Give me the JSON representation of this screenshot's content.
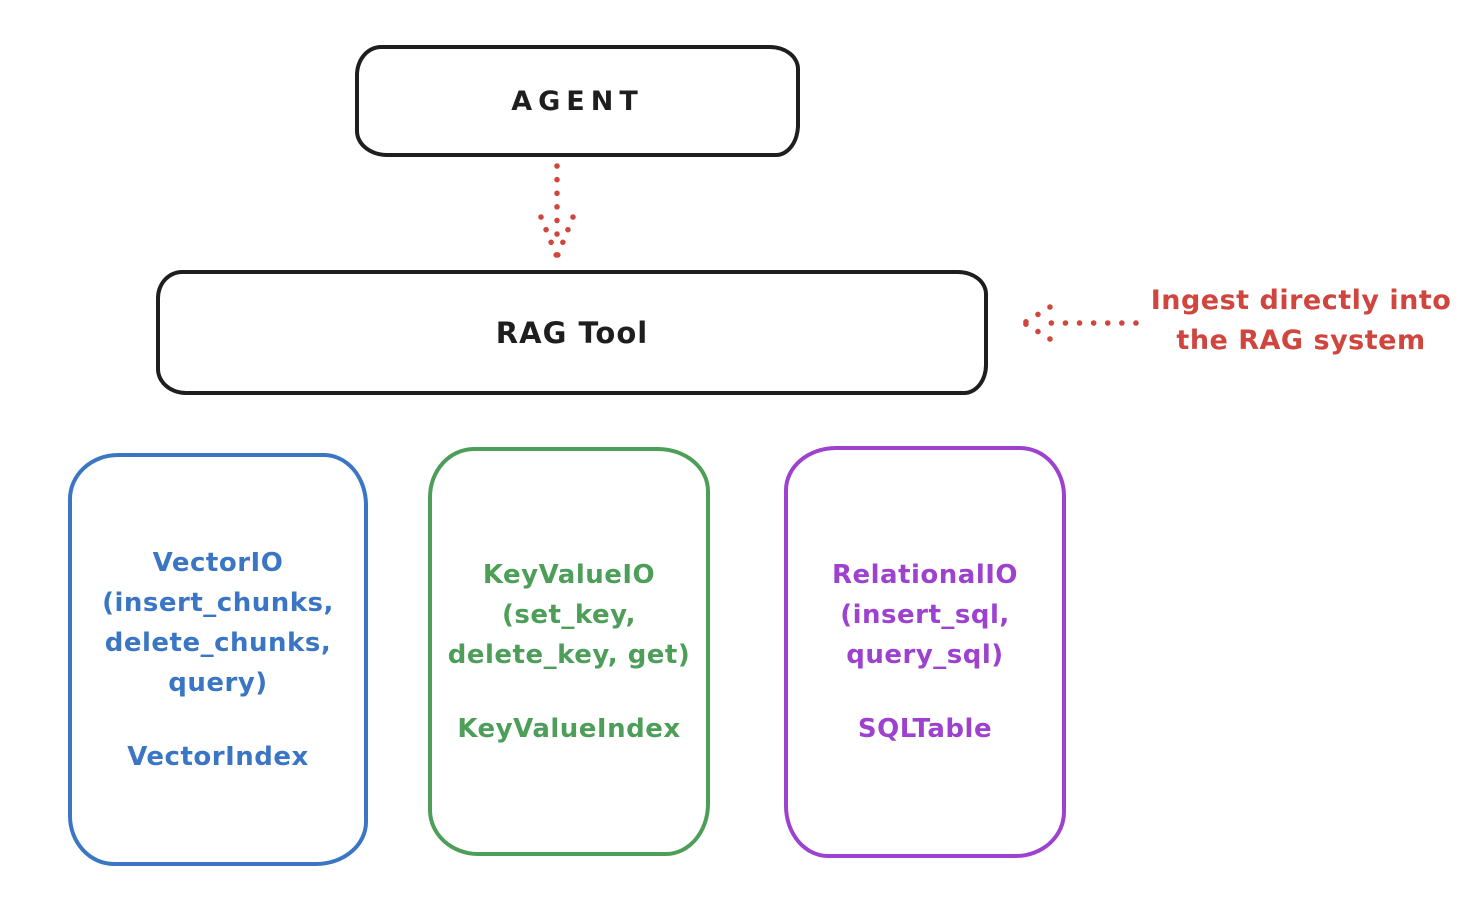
{
  "diagram": {
    "agent_box": {
      "label": "AGENT"
    },
    "rag_box": {
      "label": "RAG Tool"
    },
    "annotation": {
      "line1": "Ingest directly into",
      "line2": "the RAG system"
    },
    "boxes": [
      {
        "id": "vector-io",
        "title": "VectorIO",
        "methods": [
          "(insert_chunks,",
          "delete_chunks,",
          "query)"
        ],
        "index_label": "VectorIndex",
        "color": "#3a76c4"
      },
      {
        "id": "keyvalue-io",
        "title": "KeyValueIO",
        "methods": [
          "(set_key,",
          "delete_key, get)"
        ],
        "index_label": "KeyValueIndex",
        "color": "#4d9e58"
      },
      {
        "id": "relational-io",
        "title": "RelationalIO",
        "methods": [
          "(insert_sql,",
          "query_sql)"
        ],
        "index_label": "SQLTable",
        "color": "#9d41cf"
      }
    ],
    "colors": {
      "outline": "#1e1e1e",
      "annotation_red": "#d0453e",
      "background": "#ffffff"
    },
    "arrows": [
      {
        "name": "agent-to-rag",
        "style": "dotted",
        "direction": "down",
        "color": "#d0453e"
      },
      {
        "name": "annotation-to-rag",
        "style": "dotted",
        "direction": "left",
        "color": "#d0453e"
      }
    ]
  }
}
